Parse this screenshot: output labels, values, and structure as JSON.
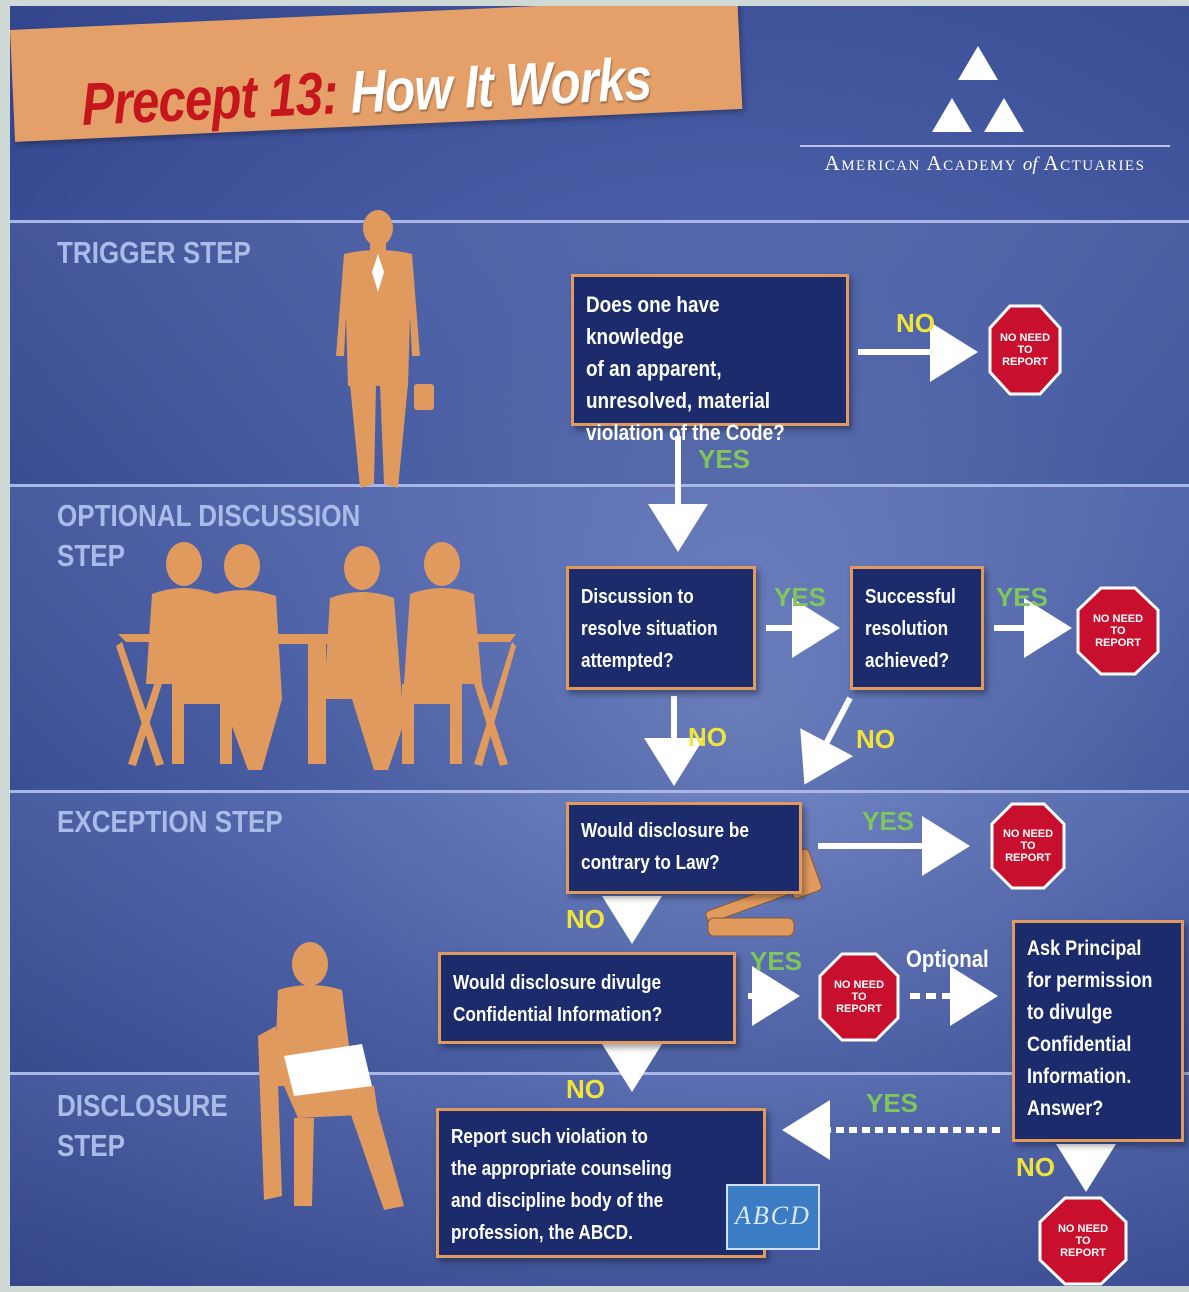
{
  "title": {
    "part1": "Precept 13:",
    "part2": "How It Works"
  },
  "logo": {
    "name_part1": "American Academy",
    "name_of": "of",
    "name_part2": "Actuaries"
  },
  "colors": {
    "background": "#4a5fa8",
    "box_fill": "#1b2b6b",
    "box_border": "#e19a5e",
    "banner": "#e5a06a",
    "title_red": "#c4161c",
    "stop_sign": "#c8102e",
    "label_yes": "#7fc65b",
    "label_no": "#f0e43a"
  },
  "steps": {
    "trigger": "TRIGGER STEP",
    "optional_1": "OPTIONAL DISCUSSION",
    "optional_2": "STEP",
    "exception": "EXCEPTION STEP",
    "disclosure_1": "DISCLOSURE",
    "disclosure_2": "STEP"
  },
  "questions": {
    "knowledge": "Does one have knowledge\nof an apparent,\nunresolved, material\nviolation of the Code?",
    "discussion": "Discussion to\nresolve situation\nattempted?",
    "resolution": "Successful\nresolution\nachieved?",
    "law": "Would disclosure be\ncontrary to Law?",
    "confidential": "Would disclosure divulge\nConfidential Information?",
    "ask_principal": "Ask Principal\nfor permission\nto divulge\nConfidential\nInformation.\nAnswer?",
    "report": "Report such violation to\nthe appropriate counseling\nand discipline body of the\nprofession, the ABCD."
  },
  "labels": {
    "yes": "YES",
    "no": "NO",
    "optional": "Optional"
  },
  "stop_sign": {
    "line1": "NO NEED",
    "line2": "TO",
    "line3": "REPORT"
  },
  "abcd_logo": "ABCD",
  "icons": [
    "stop-sign-icon",
    "gavel-icon",
    "abcd-logo-icon",
    "academy-triangle-logo"
  ]
}
